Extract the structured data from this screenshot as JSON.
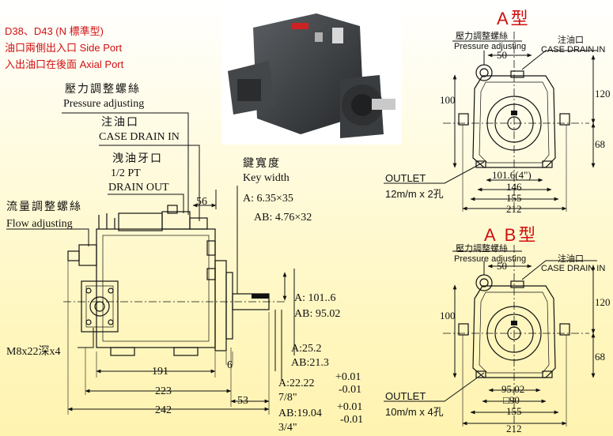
{
  "notes": {
    "line1": "D38、D43 (N 標準型)",
    "line2": "油口兩側出入口 Side Port",
    "line3": "入出油口在後面 Axial Port"
  },
  "left_view": {
    "pressure_cn": "壓力調整螺絲",
    "pressure_en": "Pressure adjusting",
    "drain_cn": "注油口",
    "drain_en": "CASE DRAIN IN",
    "drainout_cn": "洩油牙口",
    "drainout_pt": "1/2 PT",
    "drainout_en": "DRAIN OUT",
    "key_cn": "鍵寬度",
    "key_en": "Key width",
    "key_a": "A: 6.35×35",
    "key_ab": "AB: 4.76×32",
    "flow_cn": "流量調整螺絲",
    "flow_en": "Flow adjusting",
    "dim_56": "56",
    "dim_a1016": "A: 101..6",
    "dim_ab9502": "AB: 95.02",
    "dim_a252": "A:25.2",
    "dim_ab213": "AB:21.3",
    "dim_6": "6",
    "dim_a2222": "A:22.22",
    "tol_p": "+0.01",
    "tol_m": "-0.01",
    "frac_78": "7/8\"",
    "dim_ab1904": "AB:19.04",
    "frac_34": "3/4\"",
    "bolt": "M8x22深x4",
    "dim_191": "191",
    "dim_223": "223",
    "dim_242": "242",
    "dim_53": "53"
  },
  "view_a": {
    "title": "A型",
    "pressure_cn": "壓力調整螺絲",
    "pressure_en": "Pressure adjusting",
    "drain_cn": "注油口",
    "drain_en": "CASE DRAIN IN",
    "dim_50": "50",
    "dim_100": "100",
    "dim_120": "120",
    "dim_68": "68",
    "dim_1016": "101.6(4\")",
    "dim_146": "146",
    "dim_155": "155",
    "dim_212": "212",
    "outlet": "OUTLET",
    "outlet_spec": "12m/m x 2孔"
  },
  "view_ab": {
    "title": "A B型",
    "pressure_cn": "壓力調整螺絲",
    "pressure_en": "Pressure adjusting",
    "drain_cn": "注油口",
    "drain_en": "CASE DRAIN IN",
    "dim_50": "50",
    "dim_100": "100",
    "dim_120": "120",
    "dim_68": "68",
    "dim_9502": "95.02",
    "dim_sq90": "□90",
    "dim_155": "155",
    "dim_212": "212",
    "outlet": "OUTLET",
    "outlet_spec": "10m/m x 4孔"
  },
  "colors": {
    "red": "#d01010",
    "line": "#111111",
    "pump": "#3a3d40"
  }
}
